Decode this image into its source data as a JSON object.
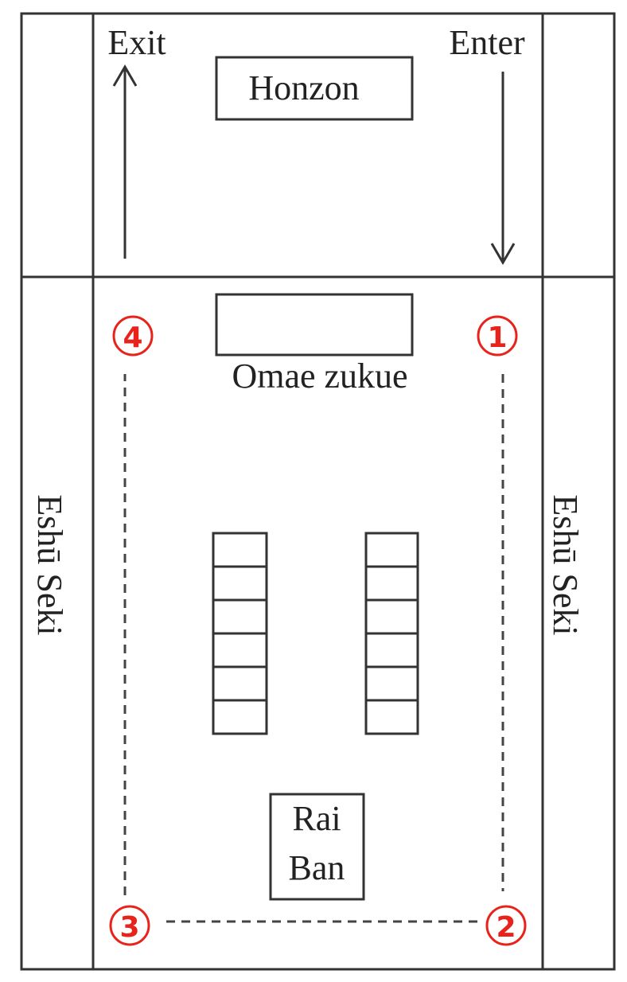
{
  "labels": {
    "exit": "Exit",
    "enter": "Enter",
    "honzon": "Honzon",
    "omae_zukue": "Omae zukue",
    "eshu_seki_left": "Eshū Seki",
    "eshu_seki_right": "Eshū Seki",
    "rai": "Rai",
    "ban": "Ban"
  },
  "steps": [
    "1",
    "2",
    "3",
    "4"
  ],
  "colors": {
    "step_marker": "#e8231c",
    "lines": "#333333"
  }
}
